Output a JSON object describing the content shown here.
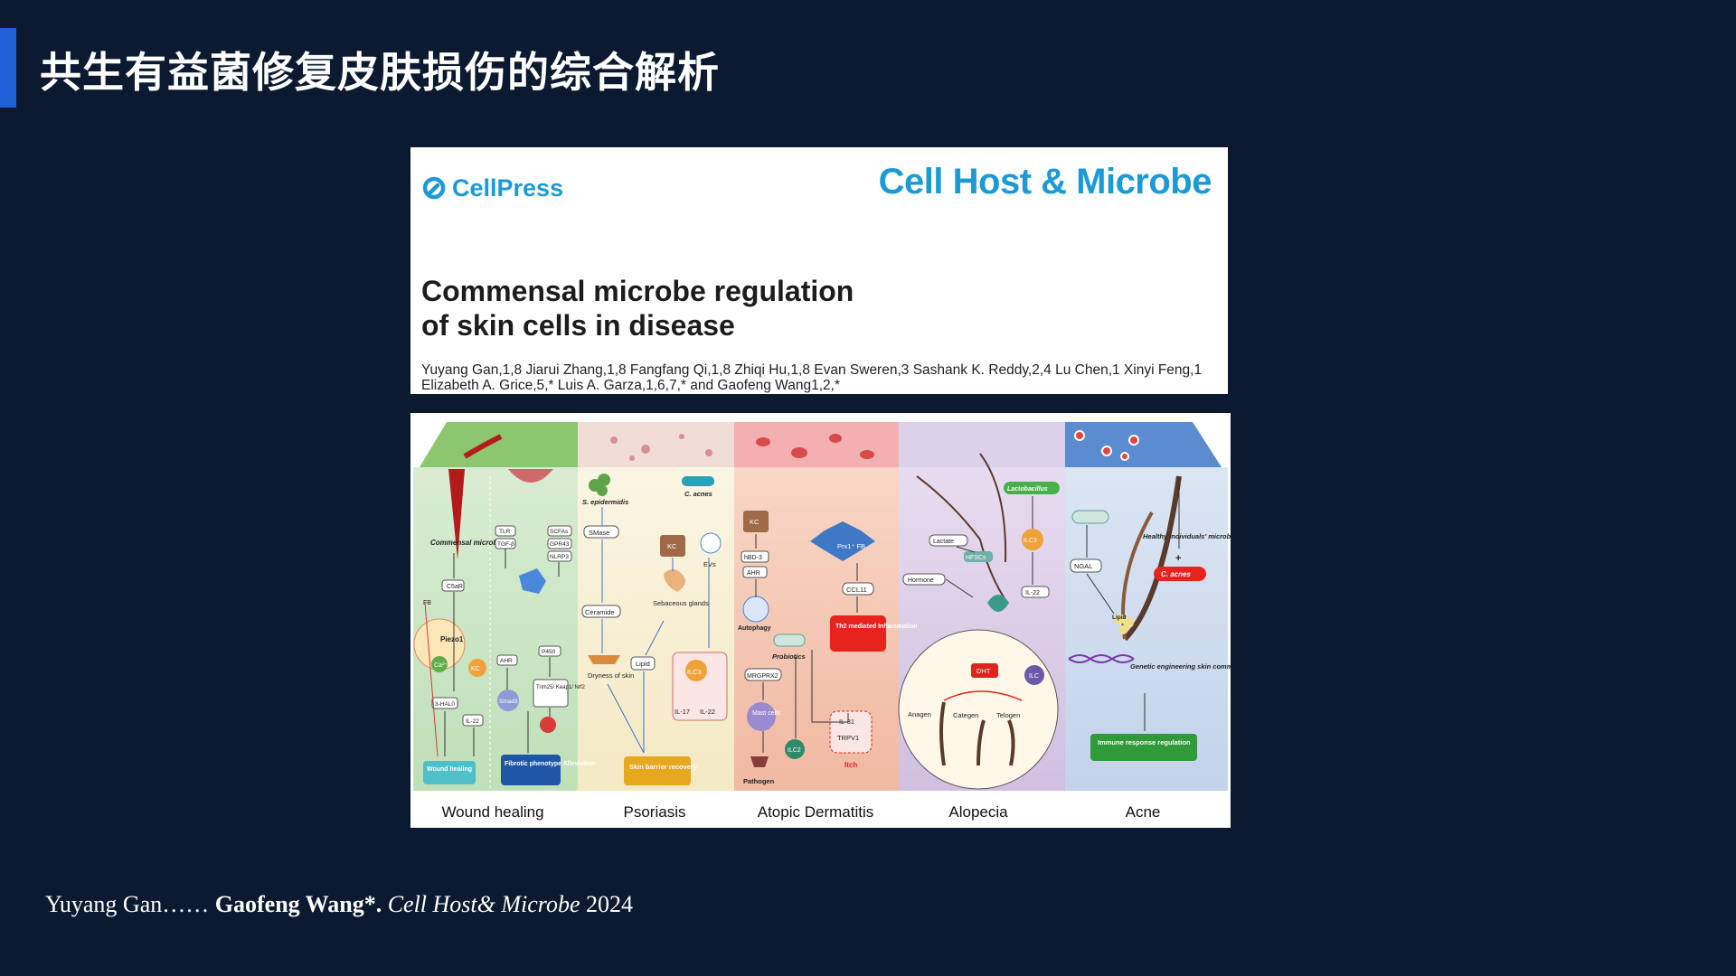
{
  "slide": {
    "title": "共生有益菌修复皮肤损伤的综合解析",
    "accent_color": "#1f5fd6",
    "background_color": "#0b1a30"
  },
  "paper": {
    "publisher": "CellPress",
    "publisher_icon": "cellpress-logo-icon",
    "journal": "Cell Host & Microbe",
    "title_line1": "Commensal microbe regulation",
    "title_line2": "of skin cells in disease",
    "authors_line1": "Yuyang Gan,1,8 Jiarui Zhang,1,8 Fangfang Qi,1,8 Zhiqi Hu,1,8 Evan Sweren,3 Sashank K. Reddy,2,4 Lu Chen,1 Xinyi Feng,1",
    "authors_line2": "Elizabeth A. Grice,5,* Luis A. Garza,1,6,7,* and Gaofeng Wang1,2,*",
    "brand_color": "#1b9ad6"
  },
  "abstract": {
    "panels": [
      {
        "label": "Wound healing",
        "color": "#cfe6c8"
      },
      {
        "label": "Psoriasis",
        "color": "#f7efcf"
      },
      {
        "label": "Atopic Dermatitis",
        "color": "#f6c9b6"
      },
      {
        "label": "Alopecia",
        "color": "#dccbe6"
      },
      {
        "label": "Acne",
        "color": "#c9d8ec"
      }
    ],
    "wound": {
      "commensal": "Commensal microbes",
      "c5ar": "C5aR",
      "fb": "FB",
      "piezo": "Piezo1",
      "ca": "Ca²⁺",
      "hal": "3-HAL0",
      "il22": "IL-22",
      "kc": "KC",
      "tlr": "TLR",
      "tgfb": "TGF-β",
      "scfas": "SCFAs",
      "gpr": "GPR43",
      "nlrp": "NLRP3",
      "ahr": "AHR",
      "p450": "P450",
      "trim": "Trim25/ Keap1/ Nrf2",
      "smad": "Smad3",
      "outcome1": "Wound healing",
      "outcome2": "Fibrotic phenotype Alleviation"
    },
    "psoriasis": {
      "sepi": "S. epidermidis",
      "cacnes": "C. acnes",
      "smase": "SMase",
      "ceramide": "Ceramide",
      "dryness": "Dryness of skin",
      "kc": "KC",
      "evs": "EVs",
      "sebaceous": "Sebaceous glands",
      "lipid": "Lipid",
      "ilc3": "ILC3",
      "il17": "IL-17",
      "il22": "IL-22",
      "outcome": "Skin barrier recovery"
    },
    "ad": {
      "kc": "KC",
      "hbd": "hBD-3",
      "ahr": "AHR",
      "autophagy": "Autophagy",
      "prx": "Prx1⁺ FB",
      "ccl": "CCL11",
      "th2": "Th2 mediated Inflammation",
      "probiotics": "Probiotics",
      "mrgprx": "MRGPRX2",
      "mast": "Mast cells",
      "pathogen": "Pathogen",
      "ilc2": "ILC2",
      "il31": "IL-31",
      "trpv": "TRPV1",
      "itch": "Itch"
    },
    "alopecia": {
      "lacto": "Lactobacillus",
      "lactate": "Lactate",
      "hfsc": "HFSCs",
      "hormone": "Hormone",
      "ilc3": "ILC3",
      "il22": "IL-22",
      "dht": "DHT",
      "ilc": "ILC",
      "anagen": "Anagen",
      "catagen": "Categen",
      "telogen": "Telogen"
    },
    "acne": {
      "ngal": "NGAL",
      "healthy": "Healthy individuals' microbes",
      "plus": "+",
      "cacnes": "C. acnes",
      "lipid": "Lipid",
      "genetic": "Genetic engineering skin commensal microbes",
      "outcome": "Immune response regulation"
    }
  },
  "citation": {
    "prefix": "Yuyang Gan…… ",
    "author": "Gaofeng Wang*.",
    "journal": " Cell Host& Microbe",
    "year": " 2024"
  }
}
